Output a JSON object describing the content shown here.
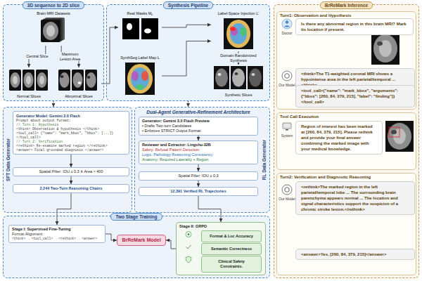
{
  "diagram": {
    "nodes": [
      {
        "text": [
          "3D sequence to 2D slice"
        ]
      },
      {
        "text": [
          "Brain MRI Datasets"
        ],
        "in": 0
      },
      {
        "text": [
          "Normal Slices"
        ],
        "in": 0
      },
      {
        "text": [
          "Abnormal Slices"
        ],
        "in": 0
      },
      {
        "text": [
          "Synthesis Pipeline"
        ]
      },
      {
        "text": [
          "Real Masks Mₚ"
        ],
        "in": 4
      },
      {
        "text": [
          "SynthSeg Label Map L"
        ],
        "in": 4
      },
      {
        "text": [
          "Label-Space Injection L′"
        ],
        "in": 4
      },
      {
        "text": [
          "Synthetic Slices"
        ],
        "in": 4
      },
      {
        "text": [
          "SFT Data Generator"
        ]
      },
      {
        "text": [
          "Generator Model: Gemini 2.0 Flash",
          "Prompt about output format:",
          "// Turn 1: Hypothesis",
          "<think> Observation & hypothesis </think>",
          "<tool_call> {\"name\": \"mark_bbox\", \"bbox\": [...]} </tool_call>",
          "// Turn 2: Verification",
          "<rethink> Re-examine marked region </rethink>",
          "<answer> Final grounded diagnosis </answer>"
        ],
        "in": 9
      },
      {
        "text": [
          "Spatial Filter: IOU ≥ 0.3 ∧ Area > 400"
        ],
        "in": 9
      },
      {
        "text": [
          "2,244 Two-Turn Reasoning Chains"
        ],
        "in": 9
      },
      {
        "text": [
          "Dual-Agent Generative-Refinement Architecture",
          "RL Data Generator"
        ]
      },
      {
        "text": [
          "Generator: Gemini 3.0 Flash Preview",
          "• Drafts Two-turn Candidates",
          "• Enforces STRICT Output Format"
        ],
        "in": 13
      },
      {
        "text": [
          "Reviewer and Extractor: Lingshu-32B",
          "Safety: Refusal Pattern Detection",
          "Logic: Pathology-Reasoning Consistency",
          "Anatomy: Required Laterality + Region"
        ],
        "in": 13
      },
      {
        "text": [
          "Spatial Filter: IOU ≥ 0.3"
        ],
        "in": 13
      },
      {
        "text": [
          "12,391 Verified RL Trajectories"
        ],
        "in": 13
      },
      {
        "text": [
          "Two Stage Training"
        ]
      },
      {
        "text": [
          "Stage I: Supervised Fine-Tuning",
          "Format Alignment:",
          "<think> → <tool_call> → <rethink> → <answer>"
        ],
        "in": 18
      },
      {
        "text": [
          "BrReMark Model"
        ],
        "in": 18
      },
      {
        "text": [
          "Stage II: GRPO"
        ],
        "in": 18
      },
      {
        "text": [
          "Format & Loc Accuracy"
        ],
        "in": 21
      },
      {
        "text": [
          "Semantic Correctness"
        ],
        "in": 21
      },
      {
        "text": [
          "Clinical Safety Constraints."
        ],
        "in": 21
      },
      {
        "text": [
          "BrReMark Inference"
        ]
      },
      {
        "text": [
          "Turn1: Observation and Hypothesis"
        ],
        "in": 25
      },
      {
        "text": [
          "Is there any abnormal region in this brain MRI? Mark its location if present."
        ],
        "in": 26
      },
      {
        "text": [
          "<think>The T1-weighted coronal MRI shows a hypointense area in the left parietal/temporal ...</think>"
        ],
        "in": 26
      },
      {
        "text": [
          "<tool_call>{\"name\": \"mark_bbox\", \"arguments\": {\"bbox\": [260, 84, 379, 215], \"label\": \"finding\"}}</tool_call>"
        ],
        "in": 26
      },
      {
        "text": [
          "Tool Call Execution"
        ],
        "in": 25
      },
      {
        "text": [
          "Region of interest has been marked at [260, 84, 379, 215]. Please rethink and provide your final answer combining the marked image with your medical knowledge."
        ],
        "in": 30
      },
      {
        "text": [
          "Turn2: Verification and Diagnostic Reasoning"
        ],
        "in": 25
      },
      {
        "text": [
          "<rethink>The marked region in the left parietal/temporal lobe ... The surrounding brain parenchyma appears normal ... The location and signal characteristics support the suspicion of a chronic stroke lesion.</rethink>"
        ],
        "in": 32
      },
      {
        "text": [
          "<answer>Yes, [260, 84, 379, 215]</answer>"
        ],
        "in": 32
      }
    ],
    "edges": [
      {
        "from": 1,
        "to": 2,
        "label": "Central Slice",
        "arrow": "to"
      },
      {
        "from": 1,
        "to": 3,
        "label": "Maximum Lesion Area",
        "arrow": "to"
      },
      {
        "from": 3,
        "to": 5,
        "arrow": "to"
      },
      {
        "from": 5,
        "to": 7,
        "arrow": "to"
      },
      {
        "from": 6,
        "to": 7,
        "arrow": "to"
      },
      {
        "from": 7,
        "to": 8,
        "label": "Domain Randomized Synthesis",
        "arrow": "to"
      },
      {
        "from": 0,
        "to": 9,
        "arrow": "to"
      },
      {
        "from": 4,
        "to": 13,
        "arrow": "to"
      },
      {
        "from": 10,
        "to": 11,
        "arrow": "to"
      },
      {
        "from": 11,
        "to": 12,
        "arrow": "to"
      },
      {
        "from": 14,
        "to": 15,
        "arrow": "to"
      },
      {
        "from": 15,
        "to": 16,
        "arrow": "to"
      },
      {
        "from": 16,
        "to": 17,
        "arrow": "to"
      },
      {
        "from": 12,
        "to": 19,
        "arrow": "to"
      },
      {
        "from": 17,
        "to": 21,
        "arrow": "to"
      },
      {
        "from": 19,
        "to": 20,
        "arrow": "to"
      },
      {
        "from": 21,
        "to": 20,
        "arrow": "to"
      }
    ],
    "labels": [
      "Doctor",
      "Our Model",
      "System",
      "Our Model"
    ]
  }
}
